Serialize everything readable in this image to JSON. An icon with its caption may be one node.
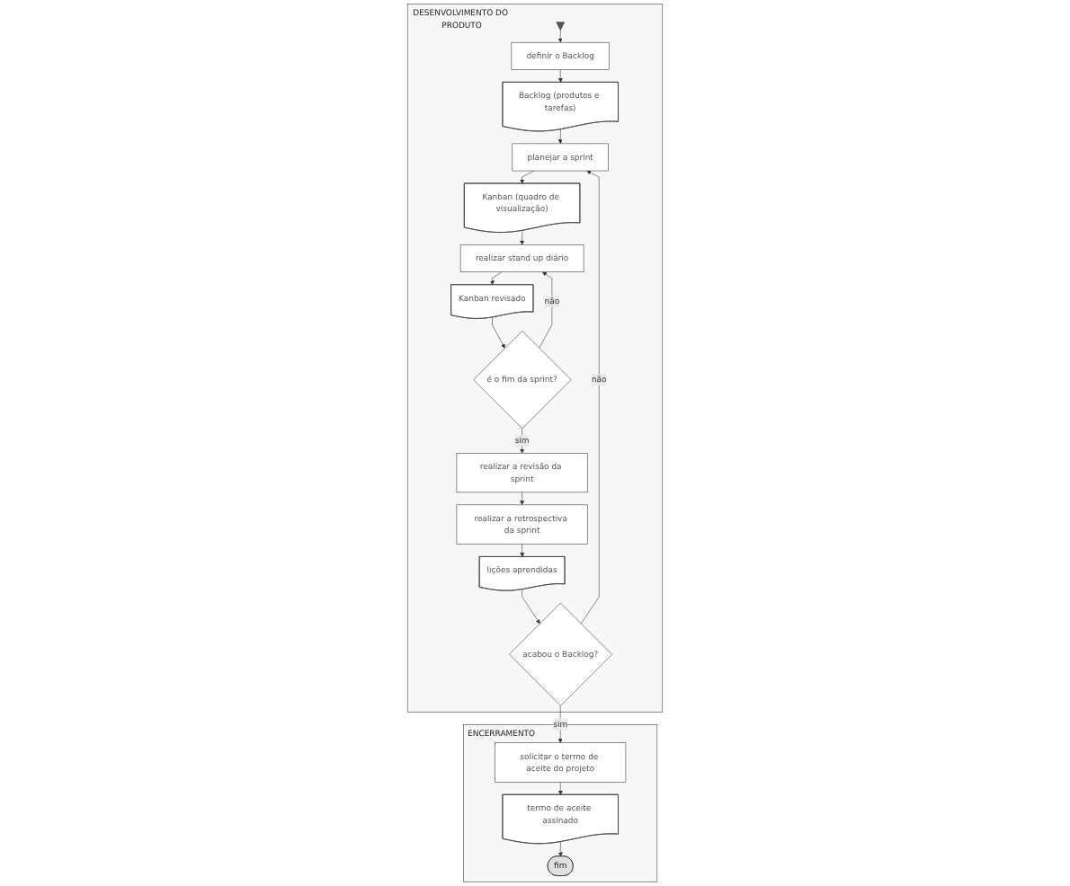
{
  "diagram": {
    "nodes": [
      {
        "text": [
          "DESENVOLVIMENTO DO PRODUTO"
        ]
      },
      {
        "text": [
          "ENCERRAMENTO"
        ]
      },
      {
        "text": [],
        "shape": "pentagon",
        "in": 0
      },
      {
        "text": [
          "definir o Backlog"
        ],
        "in": 0
      },
      {
        "text": [
          "Backlog (produtos e tarefas)"
        ],
        "in": 0
      },
      {
        "text": [
          "planejar a sprint"
        ],
        "in": 0
      },
      {
        "text": [
          "Kanban (quadro de visualização)"
        ],
        "in": 0
      },
      {
        "text": [
          "realizar stand up diário"
        ],
        "in": 0
      },
      {
        "text": [
          "Kanban revisado"
        ],
        "in": 0
      },
      {
        "text": [
          "é o fim da sprint?"
        ],
        "in": 0
      },
      {
        "text": [
          "realizar a revisão da sprint"
        ],
        "in": 0
      },
      {
        "text": [
          "realizar a retrospectiva da sprint"
        ],
        "in": 0
      },
      {
        "text": [
          "lições aprendidas"
        ],
        "in": 0
      },
      {
        "text": [
          "acabou o Backlog?"
        ],
        "in": 0
      },
      {
        "text": [
          "solicitar o termo de aceite do projeto"
        ],
        "in": 1
      },
      {
        "text": [
          "termo de aceite assinado"
        ],
        "in": 1
      },
      {
        "text": [
          "fim"
        ],
        "in": 1
      }
    ],
    "edges": [
      {
        "from": 2,
        "to": 3,
        "arrow": "to"
      },
      {
        "from": 3,
        "to": 4,
        "arrow": "to"
      },
      {
        "from": 4,
        "to": 5,
        "arrow": "to"
      },
      {
        "from": 5,
        "to": 6,
        "arrow": "to"
      },
      {
        "from": 6,
        "to": 7,
        "arrow": "to"
      },
      {
        "from": 7,
        "to": 8,
        "arrow": "to"
      },
      {
        "from": 8,
        "to": 9,
        "arrow": "to"
      },
      {
        "from": 9,
        "to": 10,
        "label": "sim",
        "arrow": "to"
      },
      {
        "from": 9,
        "to": 7,
        "label": "não",
        "arrow": "to"
      },
      {
        "from": 10,
        "to": 11,
        "arrow": "to"
      },
      {
        "from": 11,
        "to": 12,
        "arrow": "to"
      },
      {
        "from": 12,
        "to": 13,
        "arrow": "to"
      },
      {
        "from": 13,
        "to": 5,
        "label": "não",
        "arrow": "to"
      },
      {
        "from": 13,
        "to": 14,
        "label": "sim",
        "arrow": "to"
      },
      {
        "from": 14,
        "to": 15,
        "arrow": "to"
      },
      {
        "from": 15,
        "to": 16,
        "arrow": "to"
      }
    ]
  }
}
